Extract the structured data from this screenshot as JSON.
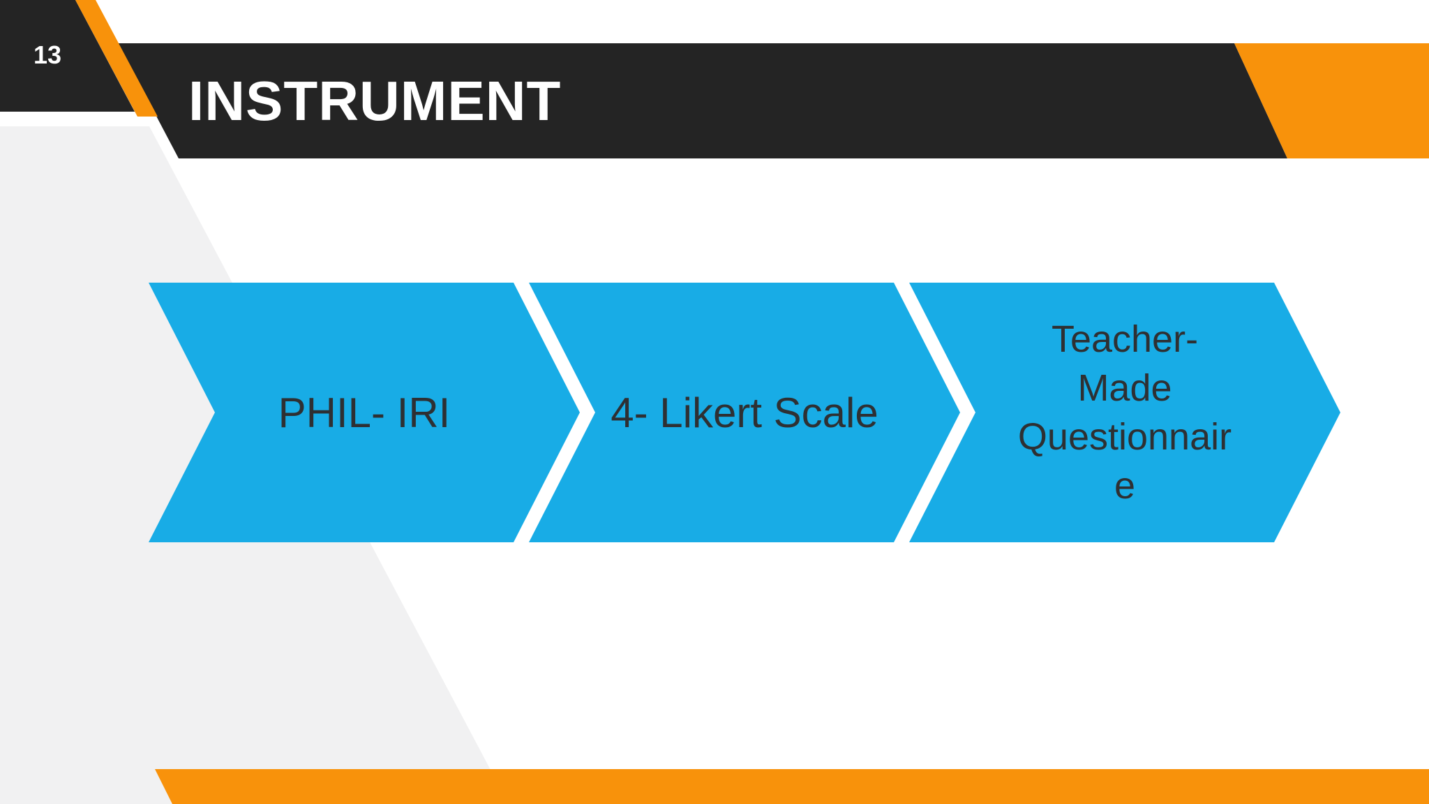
{
  "slide": {
    "page_number": "13",
    "header": {
      "title": "INSTRUMENT"
    },
    "process_diagram": {
      "type": "chevron-process",
      "direction": "left-to-right",
      "steps": [
        {
          "label": "PHIL- IRI"
        },
        {
          "label": "4- Likert Scale"
        },
        {
          "label": "Teacher-Made Questionnaire"
        }
      ]
    },
    "colors": {
      "dark_bar": "#242424",
      "accent_orange": "#F8920B",
      "chevron_blue": "#18ACE6",
      "wedge_gray": "#F1F1F2",
      "title_text": "#FFFFFF",
      "step_text": "#2E3033"
    }
  }
}
